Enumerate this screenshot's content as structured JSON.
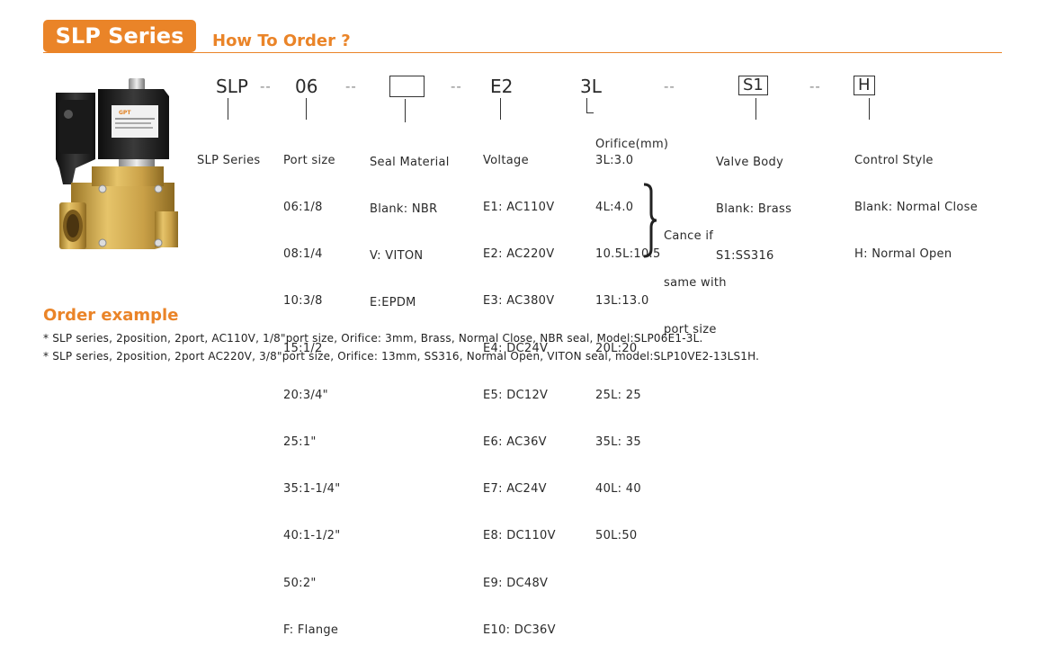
{
  "header": {
    "series_badge": "SLP Series",
    "subtitle": "How To Order ?"
  },
  "product_image": {
    "brand_label": "GPT",
    "colors": {
      "coil": "#1b1b1b",
      "body": "#caa24a"
    }
  },
  "order_code": {
    "series": "SLP",
    "port": "06",
    "voltage": "E2",
    "orifice": "3L",
    "valve_body": "S1",
    "control": "H",
    "separator": "--"
  },
  "columns": {
    "series": {
      "title": "SLP Series"
    },
    "port_size": {
      "title": "Port size",
      "items": [
        "06:1/8",
        "08:1/4",
        "10:3/8",
        "15:1/2",
        "20:3/4\"",
        "25:1\"",
        "35:1-1/4\"",
        "40:1-1/2\"",
        "50:2\"",
        "F: Flange"
      ]
    },
    "seal": {
      "title": "Seal Material",
      "items": [
        "Blank: NBR",
        "V: VITON",
        "E:EPDM"
      ]
    },
    "voltage": {
      "title": "Voltage",
      "items": [
        "E1: AC110V",
        "E2: AC220V",
        "E3: AC380V",
        "E4: DC24V",
        "E5: DC12V",
        "E6: AC36V",
        "E7: AC24V",
        "E8: DC110V",
        "E9: DC48V",
        "E10: DC36V"
      ]
    },
    "orifice": {
      "title": "Orifice(mm)",
      "items": [
        "3L:3.0",
        "4L:4.0",
        "10.5L:10.5",
        "13L:13.0",
        "20L:20",
        "25L: 25",
        "35L: 35",
        "40L: 40",
        "50L:50"
      ],
      "note": [
        "Cance if",
        "same with",
        "port size"
      ]
    },
    "valve_body": {
      "title": "Valve Body",
      "items": [
        "Blank: Brass",
        "S1:SS316"
      ]
    },
    "control": {
      "title": "Control Style",
      "items": [
        "Blank: Normal Close",
        "H: Normal Open"
      ]
    }
  },
  "example": {
    "heading": "Order example",
    "lines": [
      "* SLP series, 2position, 2port, AC110V, 1/8\"port size, Orifice: 3mm, Brass, Normal Close, NBR seal, Model:SLP06E1-3L.",
      "* SLP series, 2position, 2port AC220V, 3/8\"port size, Orifice: 13mm, SS316, Normal Open, VITON seal, model:SLP10VE2-13LS1H."
    ]
  }
}
